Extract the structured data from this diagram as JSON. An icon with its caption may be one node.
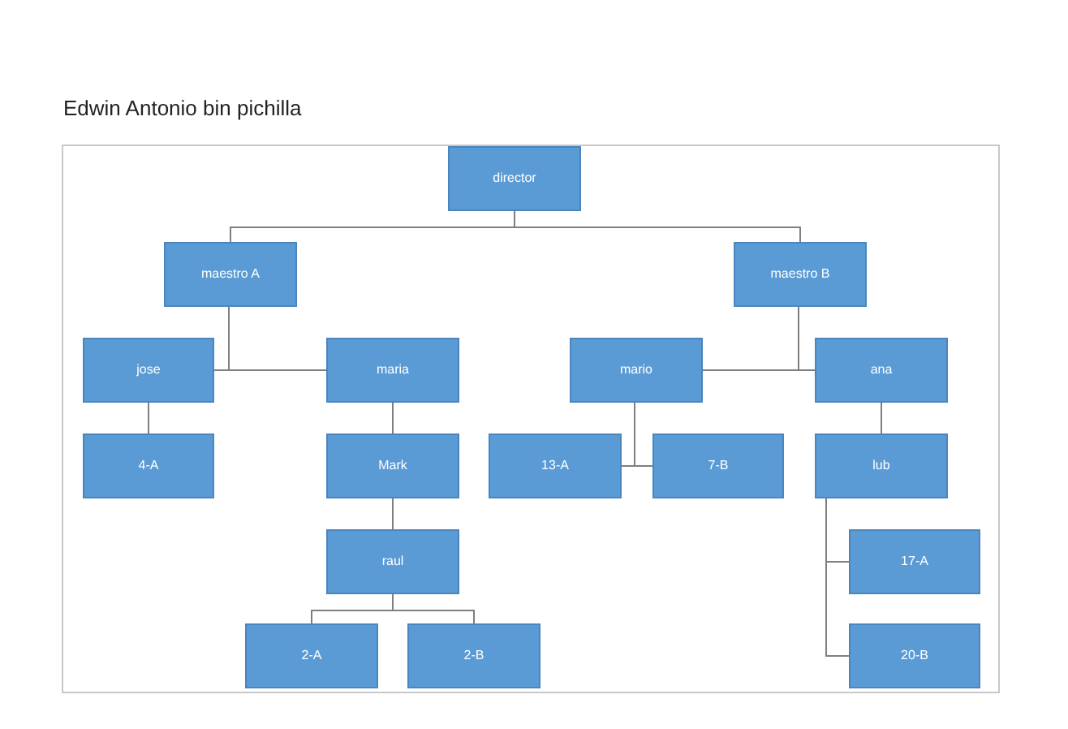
{
  "diagram": {
    "title": "Edwin Antonio bin pichilla",
    "nodes": [
      {
        "text": [
          "director"
        ]
      },
      {
        "text": [
          "maestro A"
        ]
      },
      {
        "text": [
          "maestro B"
        ]
      },
      {
        "text": [
          "jose"
        ]
      },
      {
        "text": [
          "maria"
        ]
      },
      {
        "text": [
          "mario"
        ]
      },
      {
        "text": [
          "ana"
        ]
      },
      {
        "text": [
          "4-A"
        ]
      },
      {
        "text": [
          "Mark"
        ]
      },
      {
        "text": [
          "13-A"
        ]
      },
      {
        "text": [
          "7-B"
        ]
      },
      {
        "text": [
          "lub"
        ]
      },
      {
        "text": [
          "raul"
        ]
      },
      {
        "text": [
          "17-A"
        ]
      },
      {
        "text": [
          "20-B"
        ]
      },
      {
        "text": [
          "2-A"
        ]
      },
      {
        "text": [
          "2-B"
        ]
      }
    ],
    "edges": [
      {
        "from": 0,
        "to": 1,
        "arrow": "none"
      },
      {
        "from": 0,
        "to": 2,
        "arrow": "none"
      },
      {
        "from": 1,
        "to": 3,
        "arrow": "none"
      },
      {
        "from": 1,
        "to": 4,
        "arrow": "none"
      },
      {
        "from": 2,
        "to": 5,
        "arrow": "none"
      },
      {
        "from": 2,
        "to": 6,
        "arrow": "none"
      },
      {
        "from": 3,
        "to": 7,
        "arrow": "none"
      },
      {
        "from": 4,
        "to": 8,
        "arrow": "none"
      },
      {
        "from": 5,
        "to": 9,
        "arrow": "none"
      },
      {
        "from": 5,
        "to": 10,
        "arrow": "none"
      },
      {
        "from": 6,
        "to": 11,
        "arrow": "none"
      },
      {
        "from": 8,
        "to": 12,
        "arrow": "none"
      },
      {
        "from": 11,
        "to": 13,
        "arrow": "none"
      },
      {
        "from": 11,
        "to": 14,
        "arrow": "none"
      },
      {
        "from": 12,
        "to": 15,
        "arrow": "none"
      },
      {
        "from": 12,
        "to": 16,
        "arrow": "none"
      }
    ]
  }
}
